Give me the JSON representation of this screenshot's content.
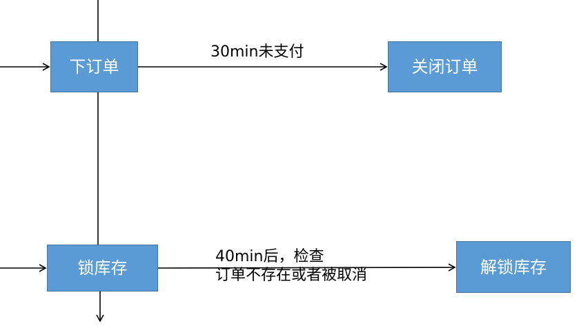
{
  "nodes": {
    "place_order": "下订单",
    "close_order": "关闭订单",
    "lock_stock": "锁库存",
    "unlock_stock": "解锁库存"
  },
  "edges": {
    "order_to_close": "30min未支付",
    "lock_to_unlock": [
      "40min后，检查",
      "订单不存在或者被取消"
    ]
  },
  "colors": {
    "node_fill": "#5b9bd5",
    "node_border": "#41719c",
    "node_text": "#ffffff",
    "line": "#000000"
  }
}
